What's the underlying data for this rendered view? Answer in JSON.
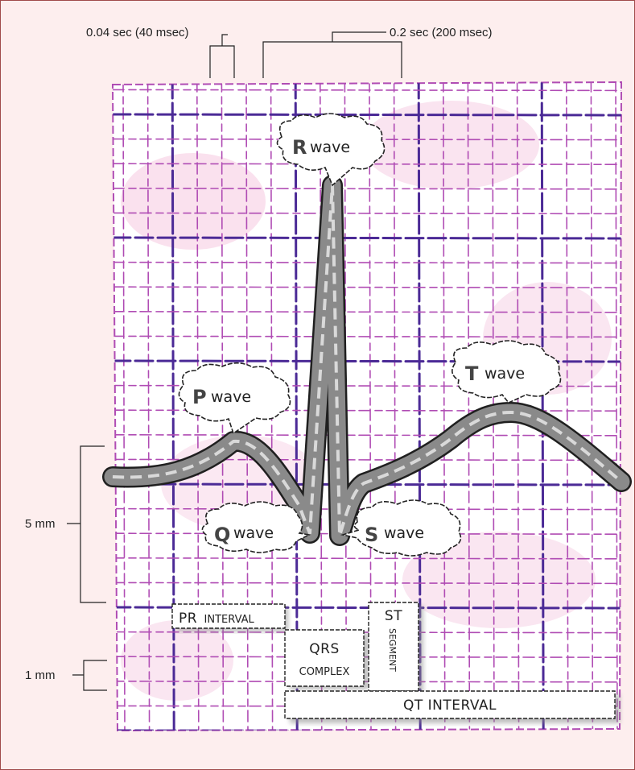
{
  "colors": {
    "background": "#fdeeee",
    "grid_minor": "#b04cb4",
    "grid_major": "#4b2a96",
    "ecg_band": "#8a8a8a",
    "ecg_edge": "#1f1f1f"
  },
  "annotations": {
    "small_box_time": "0.04 sec (40 msec)",
    "large_box_time": "0.2 sec (200 msec)",
    "large_box_height": "5 mm",
    "small_box_height": "1 mm"
  },
  "waves": {
    "p": {
      "letter": "P",
      "label": "wave"
    },
    "q": {
      "letter": "Q",
      "label": "wave"
    },
    "r": {
      "letter": "R",
      "label": "wave"
    },
    "s": {
      "letter": "S",
      "label": "wave"
    },
    "t": {
      "letter": "T",
      "label": "wave"
    }
  },
  "segments": {
    "pr_interval": {
      "main": "PR",
      "rest": "INTERVAL"
    },
    "qrs_complex": {
      "line1": "QRS",
      "line2": "COMPLEX"
    },
    "st_segment": {
      "line1": "ST",
      "vertical": "SEGMENT"
    },
    "qt_interval": "QT INTERVAL"
  },
  "icons": {
    "bracket": "bracket-icon",
    "callout": "speech-bubble-icon"
  }
}
